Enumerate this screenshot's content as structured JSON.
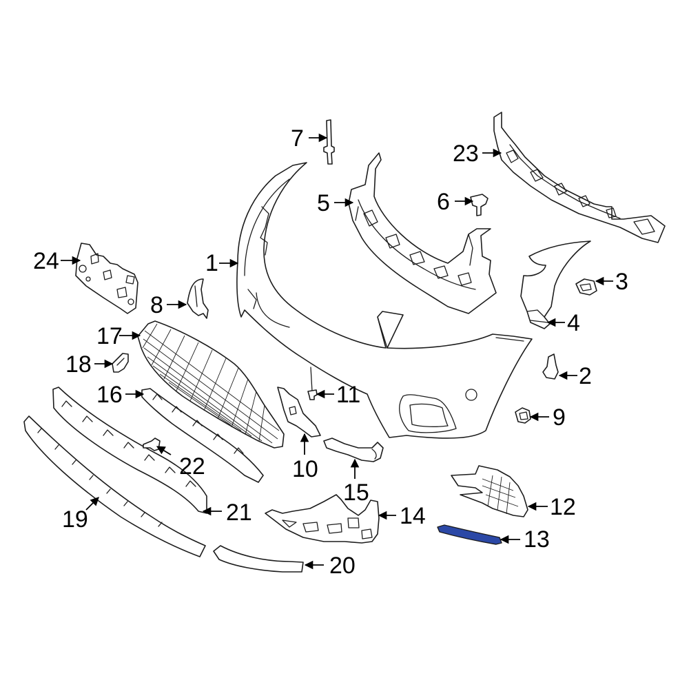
{
  "colors": {
    "background": "#ffffff",
    "line": "#1c1c1c",
    "highlight": "#2b48a6"
  },
  "callouts": [
    {
      "id": "1",
      "label": "1"
    },
    {
      "id": "2",
      "label": "2"
    },
    {
      "id": "3",
      "label": "3"
    },
    {
      "id": "4",
      "label": "4"
    },
    {
      "id": "5",
      "label": "5"
    },
    {
      "id": "6",
      "label": "6"
    },
    {
      "id": "7",
      "label": "7"
    },
    {
      "id": "8",
      "label": "8"
    },
    {
      "id": "9",
      "label": "9"
    },
    {
      "id": "10",
      "label": "10"
    },
    {
      "id": "11",
      "label": "11"
    },
    {
      "id": "12",
      "label": "12"
    },
    {
      "id": "13",
      "label": "13",
      "highlighted": true
    },
    {
      "id": "14",
      "label": "14"
    },
    {
      "id": "15",
      "label": "15"
    },
    {
      "id": "16",
      "label": "16"
    },
    {
      "id": "17",
      "label": "17"
    },
    {
      "id": "18",
      "label": "18"
    },
    {
      "id": "19",
      "label": "19"
    },
    {
      "id": "20",
      "label": "20"
    },
    {
      "id": "21",
      "label": "21"
    },
    {
      "id": "22",
      "label": "22"
    },
    {
      "id": "23",
      "label": "23"
    },
    {
      "id": "24",
      "label": "24"
    }
  ]
}
